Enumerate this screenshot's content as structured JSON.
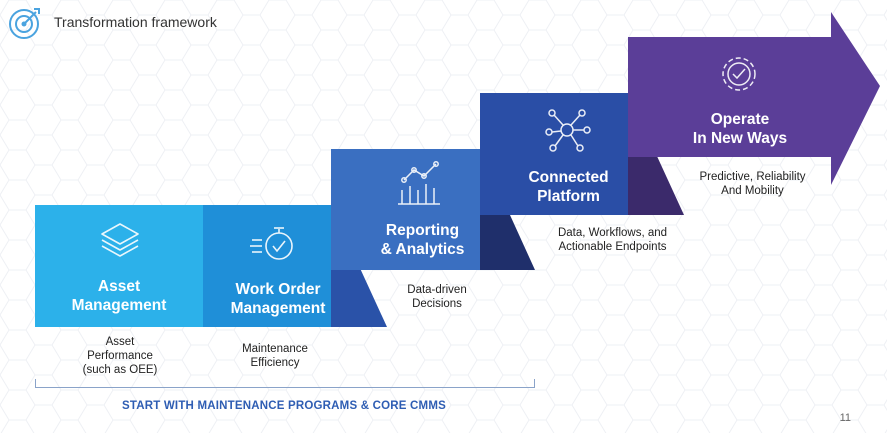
{
  "header": {
    "title": "Transformation framework"
  },
  "steps": [
    {
      "title_line1": "Asset",
      "title_line2": "Management",
      "desc": [
        "Asset",
        "Performance",
        "(such as OEE)"
      ],
      "color": "#2cb1ea"
    },
    {
      "title_line1": "Work Order",
      "title_line2": "Management",
      "desc": [
        "Maintenance",
        "Efficiency"
      ],
      "color": "#1f8fd8"
    },
    {
      "title_line1": "Reporting",
      "title_line2": "& Analytics",
      "desc": [
        "Data-driven",
        "Decisions"
      ],
      "color": "#3a6fc1"
    },
    {
      "title_line1": "Connected",
      "title_line2": "Platform",
      "desc": [
        "Data, Workflows, and",
        "Actionable Endpoints"
      ],
      "color": "#2a4ea6"
    },
    {
      "title_line1": "Operate",
      "title_line2": "In New Ways",
      "desc": [
        "Predictive, Reliability",
        "And Mobility"
      ],
      "color": "#5b3e98"
    }
  ],
  "icons": [
    "layers-icon",
    "stopwatch-icon",
    "line-chart-icon",
    "network-icon",
    "gear-check-icon"
  ],
  "footer": {
    "label": "START WITH MAINTENANCE PROGRAMS & CORE CMMS"
  },
  "page_number": "11"
}
